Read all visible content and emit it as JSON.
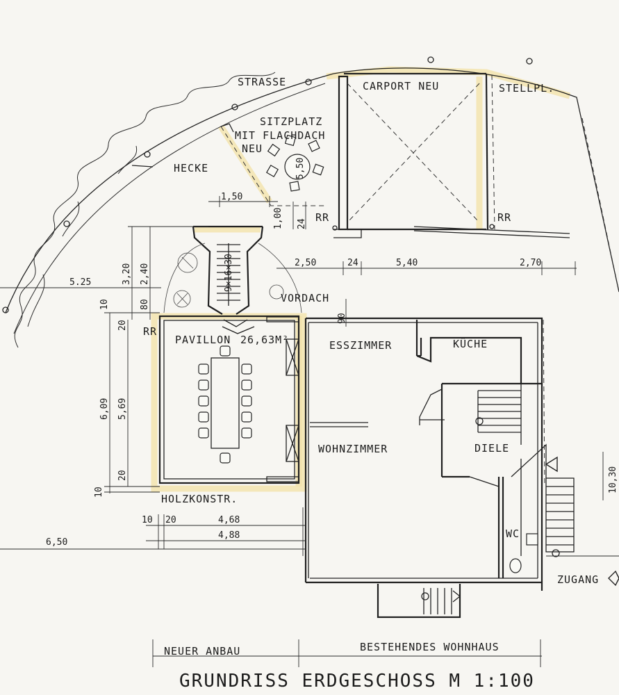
{
  "title": "GRUNDRISS ERDGESCHOSS  M 1:100",
  "labels": {
    "strasse": "STRASSE",
    "carport": "CARPORT NEU",
    "stellplatz": "STELLPL.",
    "sitzplatz_1": "SITZPLATZ",
    "sitzplatz_2": "MIT FLACHDACH",
    "sitzplatz_3": "NEU",
    "hecke": "HECKE",
    "pavillon": "PAVILLON",
    "pavillon_area": "26,63M²",
    "vordach": "VORDACH",
    "esszimmer": "ESSZIMMER",
    "kueche": "KÜCHE",
    "wohnzimmer": "WOHNZIMMER",
    "diele": "DIELE",
    "wc": "WC",
    "zugang": "ZUGANG",
    "holzkonstr": "HOLZKONSTR.",
    "neuer_anbau": "NEUER ANBAU",
    "bestehendes_wohnhaus": "BESTEHENDES WOHNHAUS",
    "rr_1": "RR",
    "rr_2": "RR",
    "rr_3": "RR",
    "stairs_note": "9×16×30"
  },
  "dimensions": {
    "d_150": "1,50",
    "d_550": "5,50",
    "d_100": "1,00",
    "d_24a": "24",
    "d_320": "3,20",
    "d_240": "2,40",
    "d_525": "5.25",
    "d_250": "2,50",
    "d_24b": "24",
    "d_540": "5,40",
    "d_270": "2,70",
    "d_10a": "10",
    "d_80": "80",
    "d_90": "90",
    "d_20a": "20",
    "d_609": "6,09",
    "d_569": "5,69",
    "d_20b": "20",
    "d_10b": "10",
    "d_10c": "10",
    "d_20c": "20",
    "d_468": "4,68",
    "d_488": "4,88",
    "d_650": "6,50",
    "d_1030": "10,30"
  }
}
